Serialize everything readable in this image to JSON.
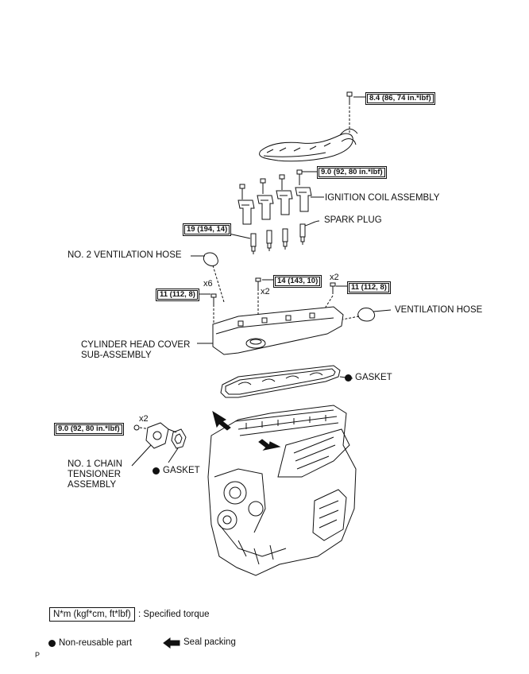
{
  "labels": {
    "ignition_coil": "IGNITION COIL ASSEMBLY",
    "spark_plug": "SPARK PLUG",
    "no2_vent_hose": "NO. 2 VENTILATION HOSE",
    "vent_hose": "VENTILATION HOSE",
    "cyl_head_cover": "CYLINDER HEAD COVER\nSUB-ASSEMBLY",
    "gasket_cover": "GASKET",
    "chain_tensioner": "NO. 1 CHAIN\nTENSIONER\nASSEMBLY",
    "gasket_tensioner": "GASKET"
  },
  "torques": {
    "wire_bolt": "8.4 (86, 74 in.*lbf)",
    "coil_bolt": "9.0 (92, 80 in.*lbf)",
    "spark_plug": "19 (194, 14)",
    "center_bolt": "14 (143, 10)",
    "left_bolt": "11 (112, 8)",
    "right_bolt": "11 (112, 8)",
    "tensioner_bolt": "9.0 (92, 80 in.*lbf)"
  },
  "quantities": {
    "left_bolt": "x6",
    "center_bolt": "x2",
    "right_bolt": "x2",
    "tensioner_bolt": "x2"
  },
  "legend": {
    "torque_unit": "N*m (kgf*cm, ft*lbf)",
    "torque_desc": ": Specified torque",
    "non_reusable": "Non-reusable part",
    "seal_packing": "Seal packing"
  },
  "corner_mark": "P"
}
